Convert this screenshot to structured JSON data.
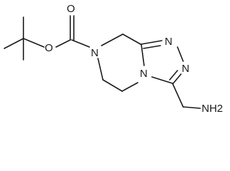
{
  "molecule": {
    "atoms": {
      "carbonyl_oxygen": "O",
      "ester_oxygen": "O",
      "ring_nitrogen_7": "N",
      "ring_nitrogen_4": "N",
      "triazole_nitrogen_1": "N",
      "triazole_nitrogen_2": "N",
      "amine": "NH2"
    }
  }
}
